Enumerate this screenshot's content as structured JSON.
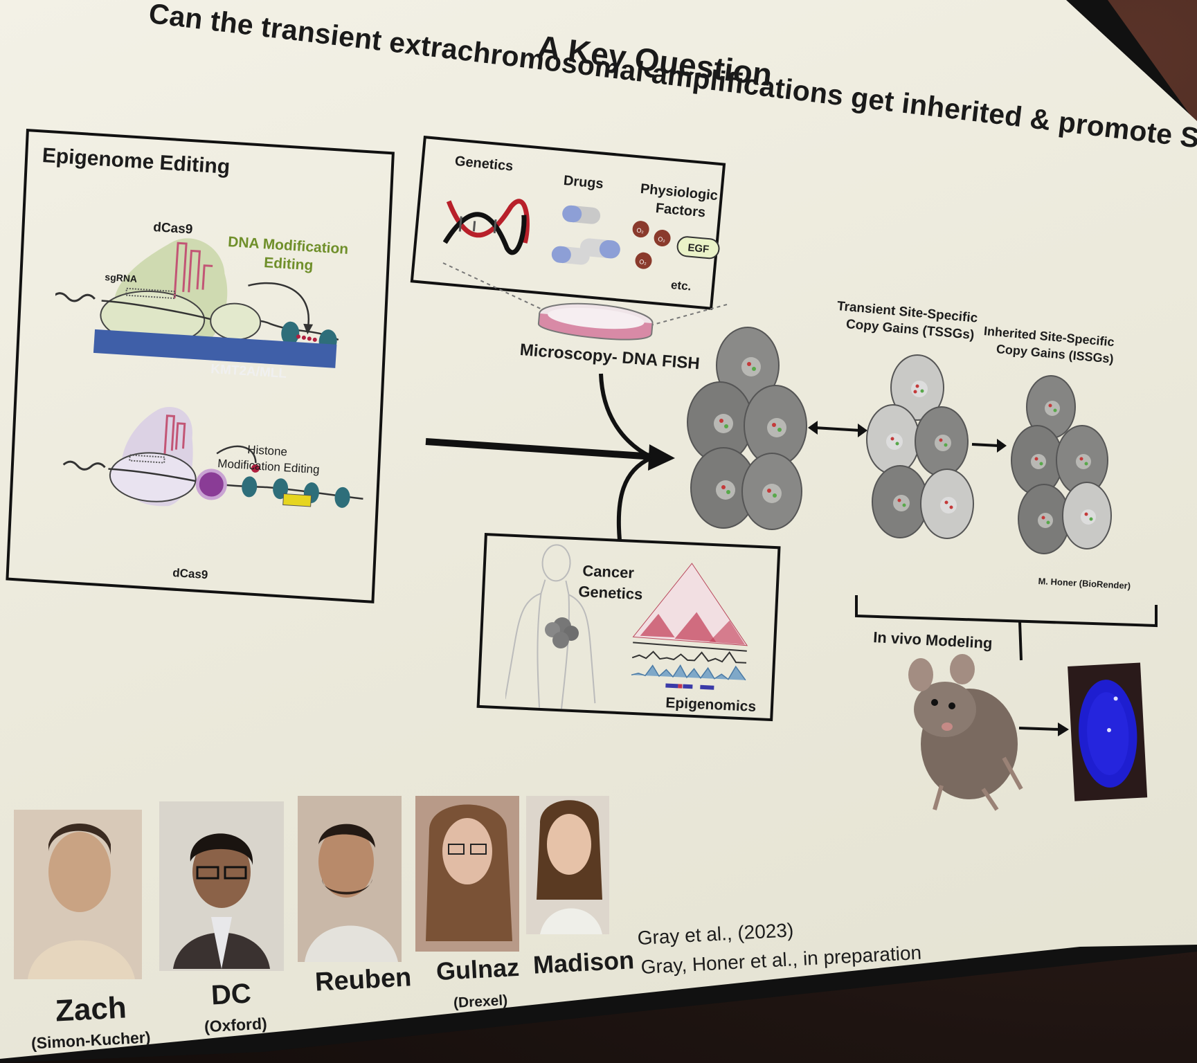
{
  "slide": {
    "title": "A Key Question",
    "question": "Can the transient extrachromosomal amplifications get inherited & promote SVs?"
  },
  "epigenome_panel": {
    "heading": "Epigenome Editing",
    "dcas9_top": "dCas9",
    "sgrna": "sgRNA",
    "dna_mod": "DNA Modification",
    "dna_mod_2": "Editing",
    "kmt2a": "KMT2A/MLL",
    "histone": "Histone",
    "histone_2": "Modification Editing",
    "dcas9_bottom": "dCas9"
  },
  "factors_panel": {
    "genetics": "Genetics",
    "drugs": "Drugs",
    "physio": "Physiologic",
    "physio_2": "Factors",
    "egf": "EGF",
    "etc": "etc.",
    "o2": "O₂"
  },
  "microscopy": "Microscopy- DNA FISH",
  "tssg": {
    "line1": "Transient Site-Specific",
    "line2": "Copy Gains (TSSGs)"
  },
  "issg": {
    "line1": "Inherited Site-Specific",
    "line2": "Copy Gains (ISSGs)"
  },
  "credit": "M. Honer (BioRender)",
  "cancer_panel": {
    "cancer": "Cancer",
    "genetics": "Genetics",
    "epigenomics": "Epigenomics"
  },
  "in_vivo": "In vivo Modeling",
  "people": [
    {
      "name": "Zach",
      "affiliation": "(Simon-Kucher)"
    },
    {
      "name": "DC",
      "affiliation": "(Oxford)"
    },
    {
      "name": "Reuben",
      "affiliation": ""
    },
    {
      "name": "Gulnaz",
      "affiliation": "(Drexel)"
    },
    {
      "name": "Madison",
      "affiliation": ""
    }
  ],
  "refs": {
    "ref1": "Gray et al., (2023)",
    "ref2": "Gray, Honer et al., in preparation"
  },
  "colors": {
    "kmt2a_bar": "#3f5fa8",
    "dcas9_fill": "#c9d6a8",
    "dcas9_purple": "#d9cfe4",
    "editing_green": "#6f8f2a",
    "nucleosome": "#2e6e7a",
    "cell_dark": "#7b7b79",
    "cell_light": "#c9c9c6",
    "fish_blue": "#1e1ed0"
  }
}
